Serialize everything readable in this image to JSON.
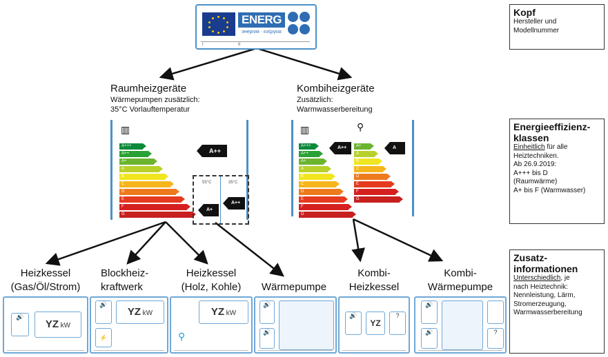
{
  "top_label": {
    "brand": "ENERG",
    "sub": "энергия · ενέργεια",
    "foot_left": "I",
    "foot_mid": "II"
  },
  "info_boxes": [
    {
      "title": "Kopf",
      "lines": [
        "Hersteller und",
        "Modellnummer"
      ]
    },
    {
      "title": "Energieeffizienz-\nklassen",
      "underline": "Einheitlich",
      "rest": " für alle",
      "lines": [
        "Heiztechniken.",
        "Ab 26.9.2019:",
        "A+++ bis D",
        "(Raumwärme)",
        "A+ bis F (Warmwasser)"
      ]
    },
    {
      "title": "Zusatz-\ninformationen",
      "underline": "Unterschiedlich",
      "rest": ", je",
      "lines": [
        "nach Heiztechnik:",
        "Nennleistung, Lärm,",
        "Stromerzeugung,",
        "Warmwasserbereitung"
      ]
    }
  ],
  "raum": {
    "title": "Raumheizgeräte",
    "sub1": "Wärmepumpen zusätzlich:",
    "sub2": "35°C Vorlauftemperatur"
  },
  "kombi": {
    "title": "Kombiheizgeräte",
    "sub1": "Zusätzlich:",
    "sub2": "Warmwasserbereitung"
  },
  "scale_left": [
    "A+++",
    "A++",
    "A+",
    "A",
    "B",
    "C",
    "D",
    "E",
    "F",
    "G"
  ],
  "scale_right": [
    "A+",
    "A",
    "B",
    "C",
    "D",
    "E",
    "F",
    "G"
  ],
  "tags": {
    "raum": "A++",
    "temp55": "55°C",
    "temp35": "35°C",
    "t55": "A+",
    "t35": "A++",
    "kombi1": "A++",
    "kombi2": "A"
  },
  "colors": {
    "scale": [
      "#0b8a3a",
      "#2aa134",
      "#6bb52e",
      "#b8d12a",
      "#f0e51f",
      "#f6b51a",
      "#ee7a1e",
      "#e63a1f",
      "#d62020",
      "#c81f1f"
    ]
  },
  "bottom_titles": [
    {
      "l1": "Heizkessel",
      "l2": "(Gas/Öl/Strom)"
    },
    {
      "l1": "Blockheiz-",
      "l2": "kraftwerk"
    },
    {
      "l1": "Heizkessel",
      "l2": "(Holz, Kohle)"
    },
    {
      "l1": "Wärmepumpe",
      "l2": ""
    },
    {
      "l1": "Kombi-",
      "l2": "Heizkessel"
    },
    {
      "l1": "Kombi-",
      "l2": "Wärmepumpe"
    }
  ],
  "cards": {
    "yz": "YZ",
    "kw": "kW"
  }
}
